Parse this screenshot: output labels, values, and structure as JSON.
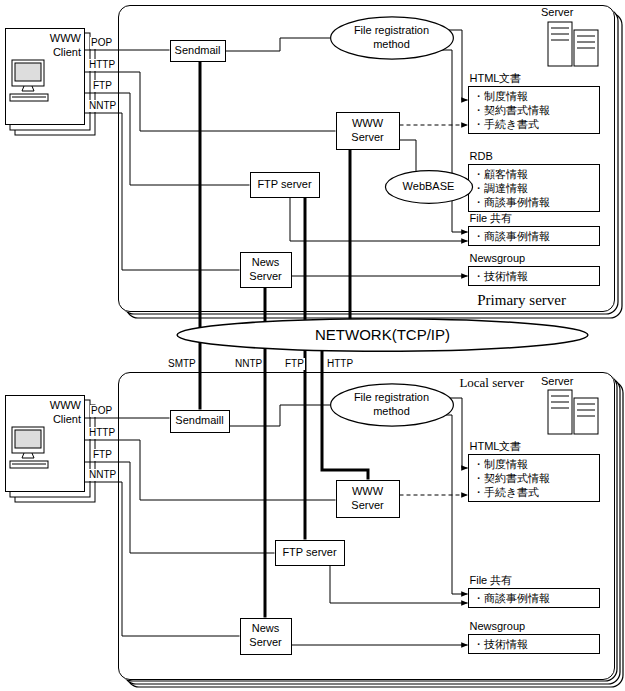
{
  "diagram": {
    "nodes": [
      {
        "text": [
          "WWW Client"
        ]
      },
      {
        "text": [
          "Primary server"
        ]
      },
      {
        "text": [
          "Sendmail"
        ],
        "in": 1
      },
      {
        "text": [
          "File registration method"
        ],
        "in": 1
      },
      {
        "text": [
          "HTML文書",
          "・制度情報",
          "・契約書式情報",
          "・手続き書式"
        ],
        "in": 1
      },
      {
        "text": [
          "WWW Server"
        ],
        "in": 1
      },
      {
        "text": [
          "RDB",
          "・顧客情報",
          "・調達情報",
          "・商談事例情報"
        ],
        "in": 1
      },
      {
        "text": [
          "FTP server"
        ],
        "in": 1
      },
      {
        "text": [
          "WebBASE"
        ],
        "in": 1
      },
      {
        "text": [
          "File 共有",
          "・商談事例情報"
        ],
        "in": 1
      },
      {
        "text": [
          "News Server"
        ],
        "in": 1
      },
      {
        "text": [
          "Newsgroup",
          "・技術情報"
        ],
        "in": 1
      },
      {
        "text": [
          "NETWORK(TCP/IP)"
        ]
      },
      {
        "text": [
          "WWW Client"
        ]
      },
      {
        "text": [
          "Local server"
        ]
      },
      {
        "text": [
          "Sendmaill"
        ],
        "in": 14
      },
      {
        "text": [
          "File registration method"
        ],
        "in": 14
      },
      {
        "text": [
          "HTML文書",
          "・制度情報",
          "・契約書式情報",
          "・手続き書式"
        ],
        "in": 14
      },
      {
        "text": [
          "WWW Server"
        ],
        "in": 14
      },
      {
        "text": [
          "FTP server"
        ],
        "in": 14
      },
      {
        "text": [
          "File 共有",
          "・商談事例情報"
        ],
        "in": 14
      },
      {
        "text": [
          "News Server"
        ],
        "in": 14
      },
      {
        "text": [
          "Newsgroup",
          "・技術情報"
        ],
        "in": 14
      }
    ],
    "edges": [
      {
        "from": 0,
        "to": 2,
        "label": "POP",
        "arrow": "none"
      },
      {
        "from": 0,
        "to": 5,
        "label": "HTTP",
        "arrow": "none"
      },
      {
        "from": 0,
        "to": 7,
        "label": "FTP",
        "arrow": "none"
      },
      {
        "from": 0,
        "to": 10,
        "label": "NNTP",
        "arrow": "none"
      },
      {
        "from": 2,
        "to": 3,
        "arrow": "none"
      },
      {
        "from": 3,
        "to": 4,
        "arrow": "to"
      },
      {
        "from": 3,
        "to": 9,
        "arrow": "to"
      },
      {
        "from": 5,
        "to": 4,
        "arrow": "to"
      },
      {
        "from": 5,
        "to": 8,
        "arrow": "none"
      },
      {
        "from": 8,
        "to": 6,
        "arrow": "to"
      },
      {
        "from": 7,
        "to": 9,
        "arrow": "to"
      },
      {
        "from": 10,
        "to": 11,
        "arrow": "to"
      },
      {
        "from": 2,
        "to": 12,
        "arrow": "none"
      },
      {
        "from": 10,
        "to": 12,
        "arrow": "none"
      },
      {
        "from": 7,
        "to": 12,
        "arrow": "none"
      },
      {
        "from": 5,
        "to": 12,
        "arrow": "none"
      },
      {
        "from": 12,
        "to": 15,
        "label": "SMTP",
        "arrow": "none"
      },
      {
        "from": 12,
        "to": 21,
        "label": "NNTP",
        "arrow": "none"
      },
      {
        "from": 12,
        "to": 19,
        "label": "FTP",
        "arrow": "none"
      },
      {
        "from": 12,
        "to": 18,
        "label": "HTTP",
        "arrow": "none"
      },
      {
        "from": 13,
        "to": 15,
        "label": "POP",
        "arrow": "none"
      },
      {
        "from": 13,
        "to": 18,
        "label": "HTTP",
        "arrow": "none"
      },
      {
        "from": 13,
        "to": 19,
        "label": "FTP",
        "arrow": "none"
      },
      {
        "from": 13,
        "to": 21,
        "label": "NNTP",
        "arrow": "none"
      },
      {
        "from": 15,
        "to": 16,
        "arrow": "none"
      },
      {
        "from": 16,
        "to": 17,
        "arrow": "to"
      },
      {
        "from": 16,
        "to": 20,
        "arrow": "to"
      },
      {
        "from": 18,
        "to": 17,
        "arrow": "to"
      },
      {
        "from": 19,
        "to": 20,
        "arrow": "to"
      },
      {
        "from": 21,
        "to": 22,
        "arrow": "to"
      }
    ],
    "labels": [
      "Server",
      "Server"
    ]
  }
}
